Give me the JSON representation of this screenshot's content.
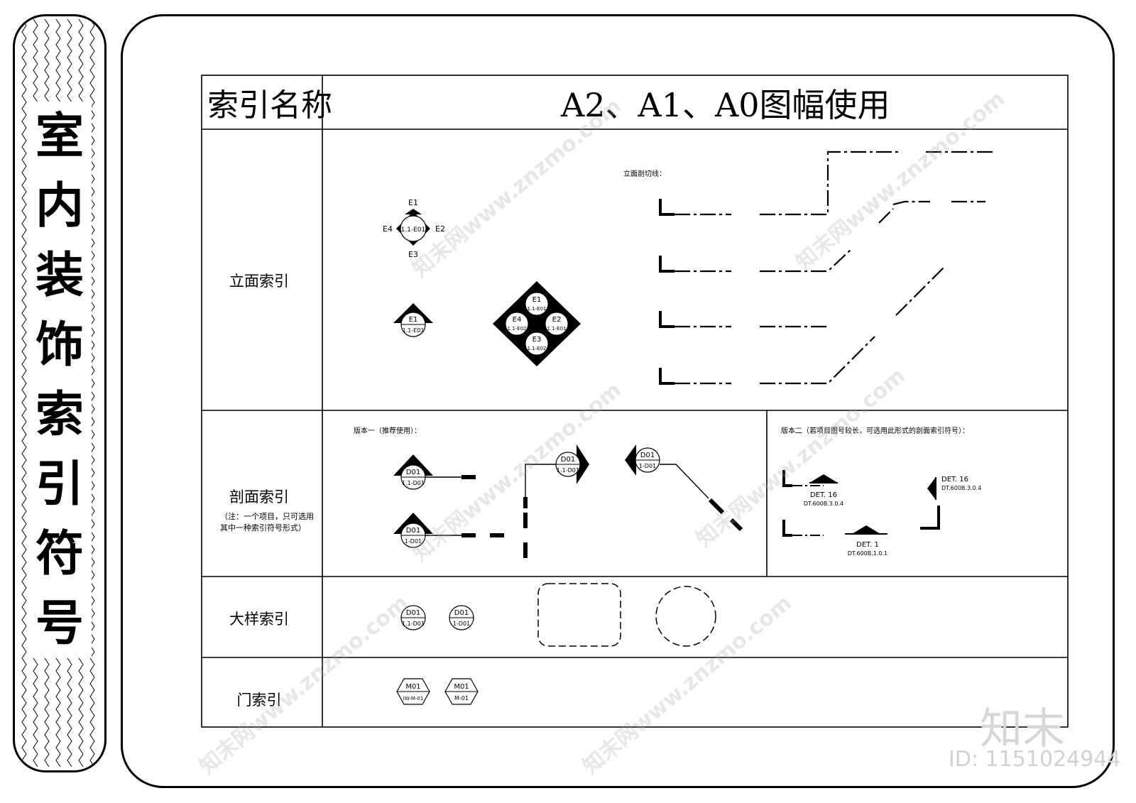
{
  "side_title_chars": [
    "室",
    "内",
    "装",
    "饰",
    "索",
    "引",
    "符",
    "号"
  ],
  "table": {
    "header_label": "索引名称",
    "header_title": "A2、A1、A0图幅使用",
    "rows": [
      {
        "label": "立面索引"
      },
      {
        "label": "剖面索引",
        "note_lines": [
          "（注：一个项目，只可选用",
          "其中一种索引符号形式）"
        ]
      },
      {
        "label": "大样索引"
      },
      {
        "label": "门索引"
      }
    ]
  },
  "elevation": {
    "cut_line_caption": "立面剖切线：",
    "single_tags": {
      "top": "E1",
      "right": "E2",
      "bottom": "E3",
      "left": "E4",
      "ref": "1.1-E01"
    },
    "small_tag": {
      "top": "E1",
      "ref": "1.1-E01"
    },
    "quad_tag": {
      "e1": "E1",
      "e1_ref": "1.1-E01",
      "e2": "E2",
      "e2_ref": "1.1-E01",
      "e3": "E3",
      "e3_ref": "1.1-E02",
      "e4": "E4",
      "e4_ref": "1.1-E02"
    }
  },
  "section": {
    "v1_caption": "版本一（推荐使用）：",
    "v2_caption": "版本二（若项目图号较长，可选用此形式的剖面索引符号）：",
    "tags": [
      {
        "top": "D01",
        "ref": "1.1-D01"
      },
      {
        "top": "D01",
        "ref": "1-D01"
      },
      {
        "top": "D01",
        "ref": "1.1-D01"
      },
      {
        "top": "D01",
        "ref": "1-D01"
      }
    ],
    "det": [
      {
        "label": "DET. 16",
        "ref": "DT.600B.3.0.4"
      },
      {
        "label": "DET. 1",
        "ref": "DT.600B.1.0.1"
      },
      {
        "label": "DET. 16",
        "ref": "DT.600B.3.0.4"
      }
    ]
  },
  "detail": {
    "tags": [
      {
        "top": "D01",
        "ref": "1.1-D01"
      },
      {
        "top": "D01",
        "ref": "1-D01"
      }
    ]
  },
  "door": {
    "tags": [
      {
        "top": "M01",
        "ref": "IW-M-01"
      },
      {
        "top": "M01",
        "ref": "M-01"
      }
    ]
  },
  "watermark": "知末网www.znzmo.com",
  "brand": "知末",
  "id_text": "ID: 1151024944"
}
